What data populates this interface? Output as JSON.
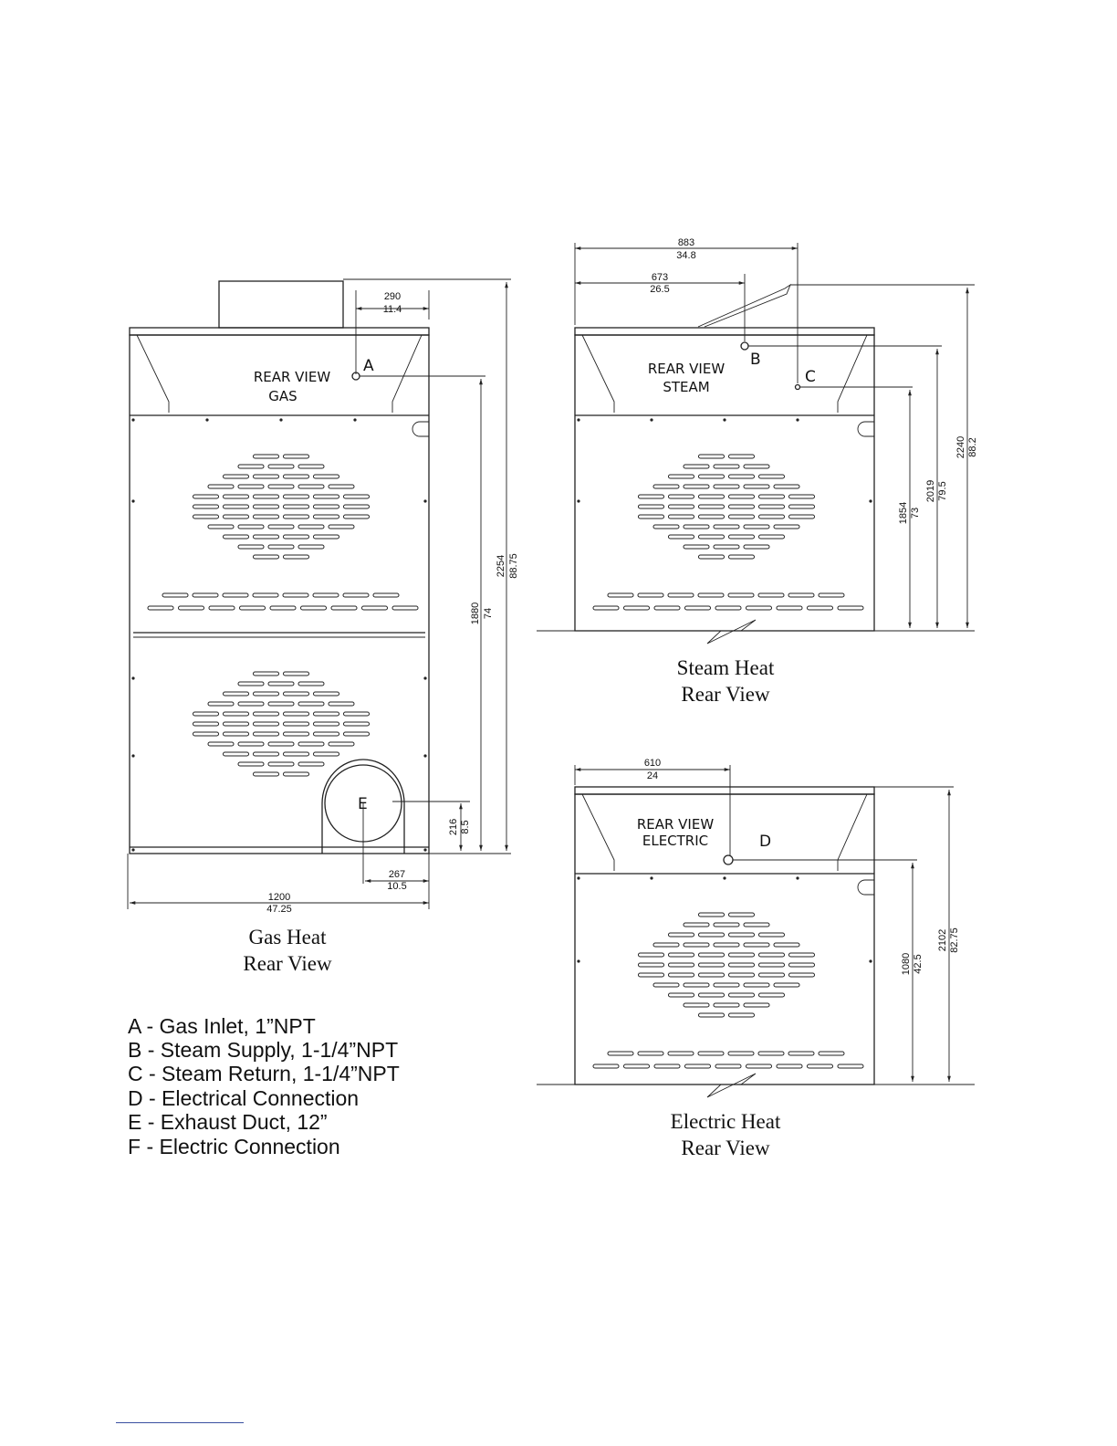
{
  "gas": {
    "inner_label_1": "REAR  VIEW",
    "inner_label_2": "GAS",
    "point_a": "A",
    "point_e": "E",
    "caption_1": "Gas Heat",
    "caption_2": "Rear View",
    "dims": {
      "a_offset_mm": "290",
      "a_offset_in": "11.4",
      "a_height_mm": "1880",
      "a_height_in": "74",
      "total_height_mm": "2254",
      "total_height_in": "88.75",
      "e_height_mm": "216",
      "e_height_in": "8.5",
      "e_offset_mm": "267",
      "e_offset_in": "10.5",
      "width_mm": "1200",
      "width_in": "47.25"
    }
  },
  "steam": {
    "inner_label_1": "REAR  VIEW",
    "inner_label_2": "STEAM",
    "point_b": "B",
    "point_c": "C",
    "caption_1": "Steam Heat",
    "caption_2": "Rear View",
    "dims": {
      "width_mm": "883",
      "width_in": "34.8",
      "b_offset_mm": "673",
      "b_offset_in": "26.5",
      "c_height_mm": "1854",
      "c_height_in": "73",
      "b_height_mm": "2019",
      "b_height_in": "79.5",
      "total_height_mm": "2240",
      "total_height_in": "88.2"
    }
  },
  "electric": {
    "inner_label_1": "REAR  VIEW",
    "inner_label_2": "ELECTRIC",
    "point_d": "D",
    "caption_1": "Electric Heat",
    "caption_2": "Rear View",
    "dims": {
      "d_offset_mm": "610",
      "d_offset_in": "24",
      "d_height_mm": "1080",
      "d_height_in": "42.5",
      "total_height_mm": "2102",
      "total_height_in": "82.75"
    }
  },
  "legend": [
    "A - Gas Inlet, 1”NPT",
    "B - Steam Supply, 1-1/4”NPT",
    "C - Steam Return, 1-1/4”NPT",
    "D - Electrical Connection",
    "E - Exhaust Duct, 12”",
    "F - Electric Connection"
  ]
}
